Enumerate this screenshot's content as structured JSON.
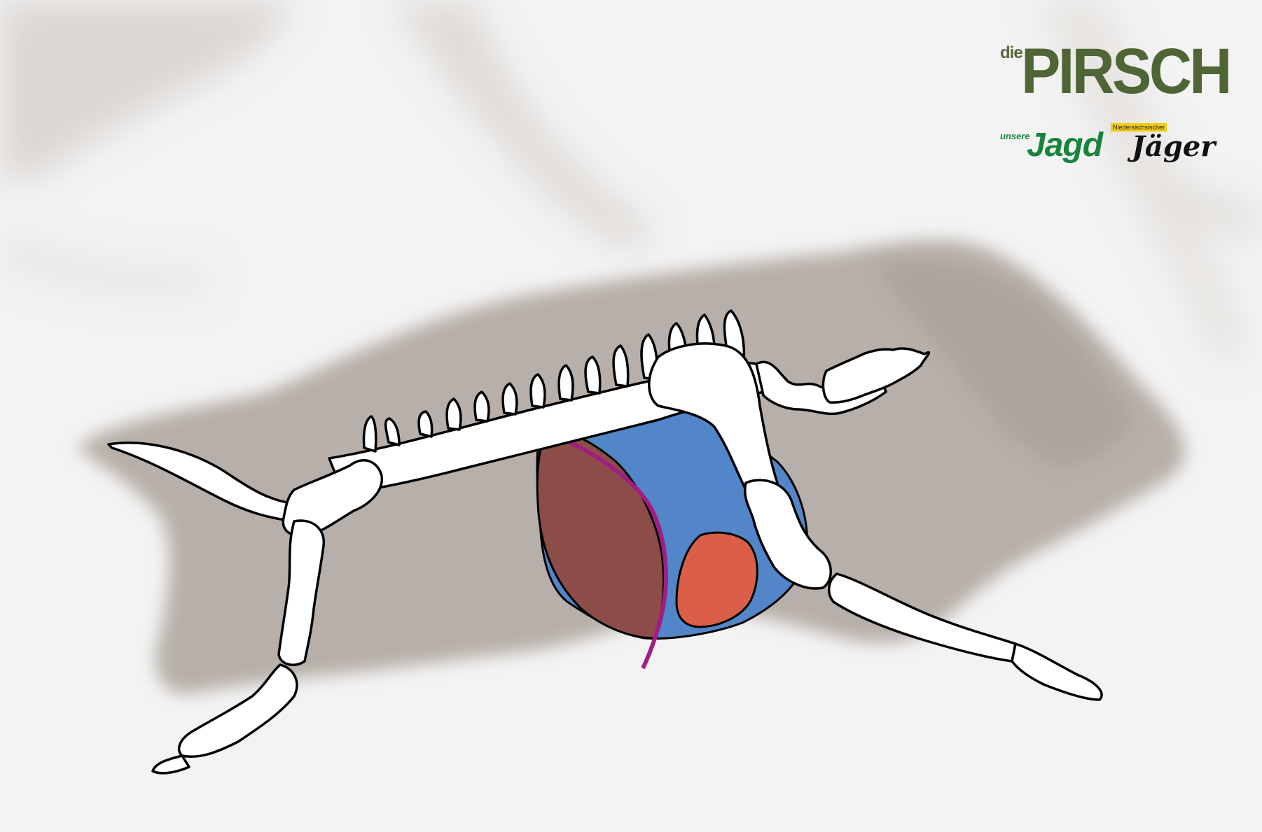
{
  "logos": {
    "pirsch_prefix": "die",
    "pirsch_name": "PIRSCH",
    "jagd_prefix": "unsere",
    "jagd_name": "Jagd",
    "jaeger_prefix": "Niedersächsischer",
    "jaeger_name": "Jäger"
  },
  "colors": {
    "background": "#f4f4f4",
    "boar_body": "#9c8f85",
    "bone": "#ffffff",
    "outline": "#000000",
    "lung": "#5286c8",
    "liver": "#8c4d48",
    "heart": "#db5f48",
    "diaphragm_line": "#a01e82",
    "pirsch_green": "#4f6535",
    "jagd_green": "#17843d",
    "jaeger_yellow": "#f1cc17"
  }
}
